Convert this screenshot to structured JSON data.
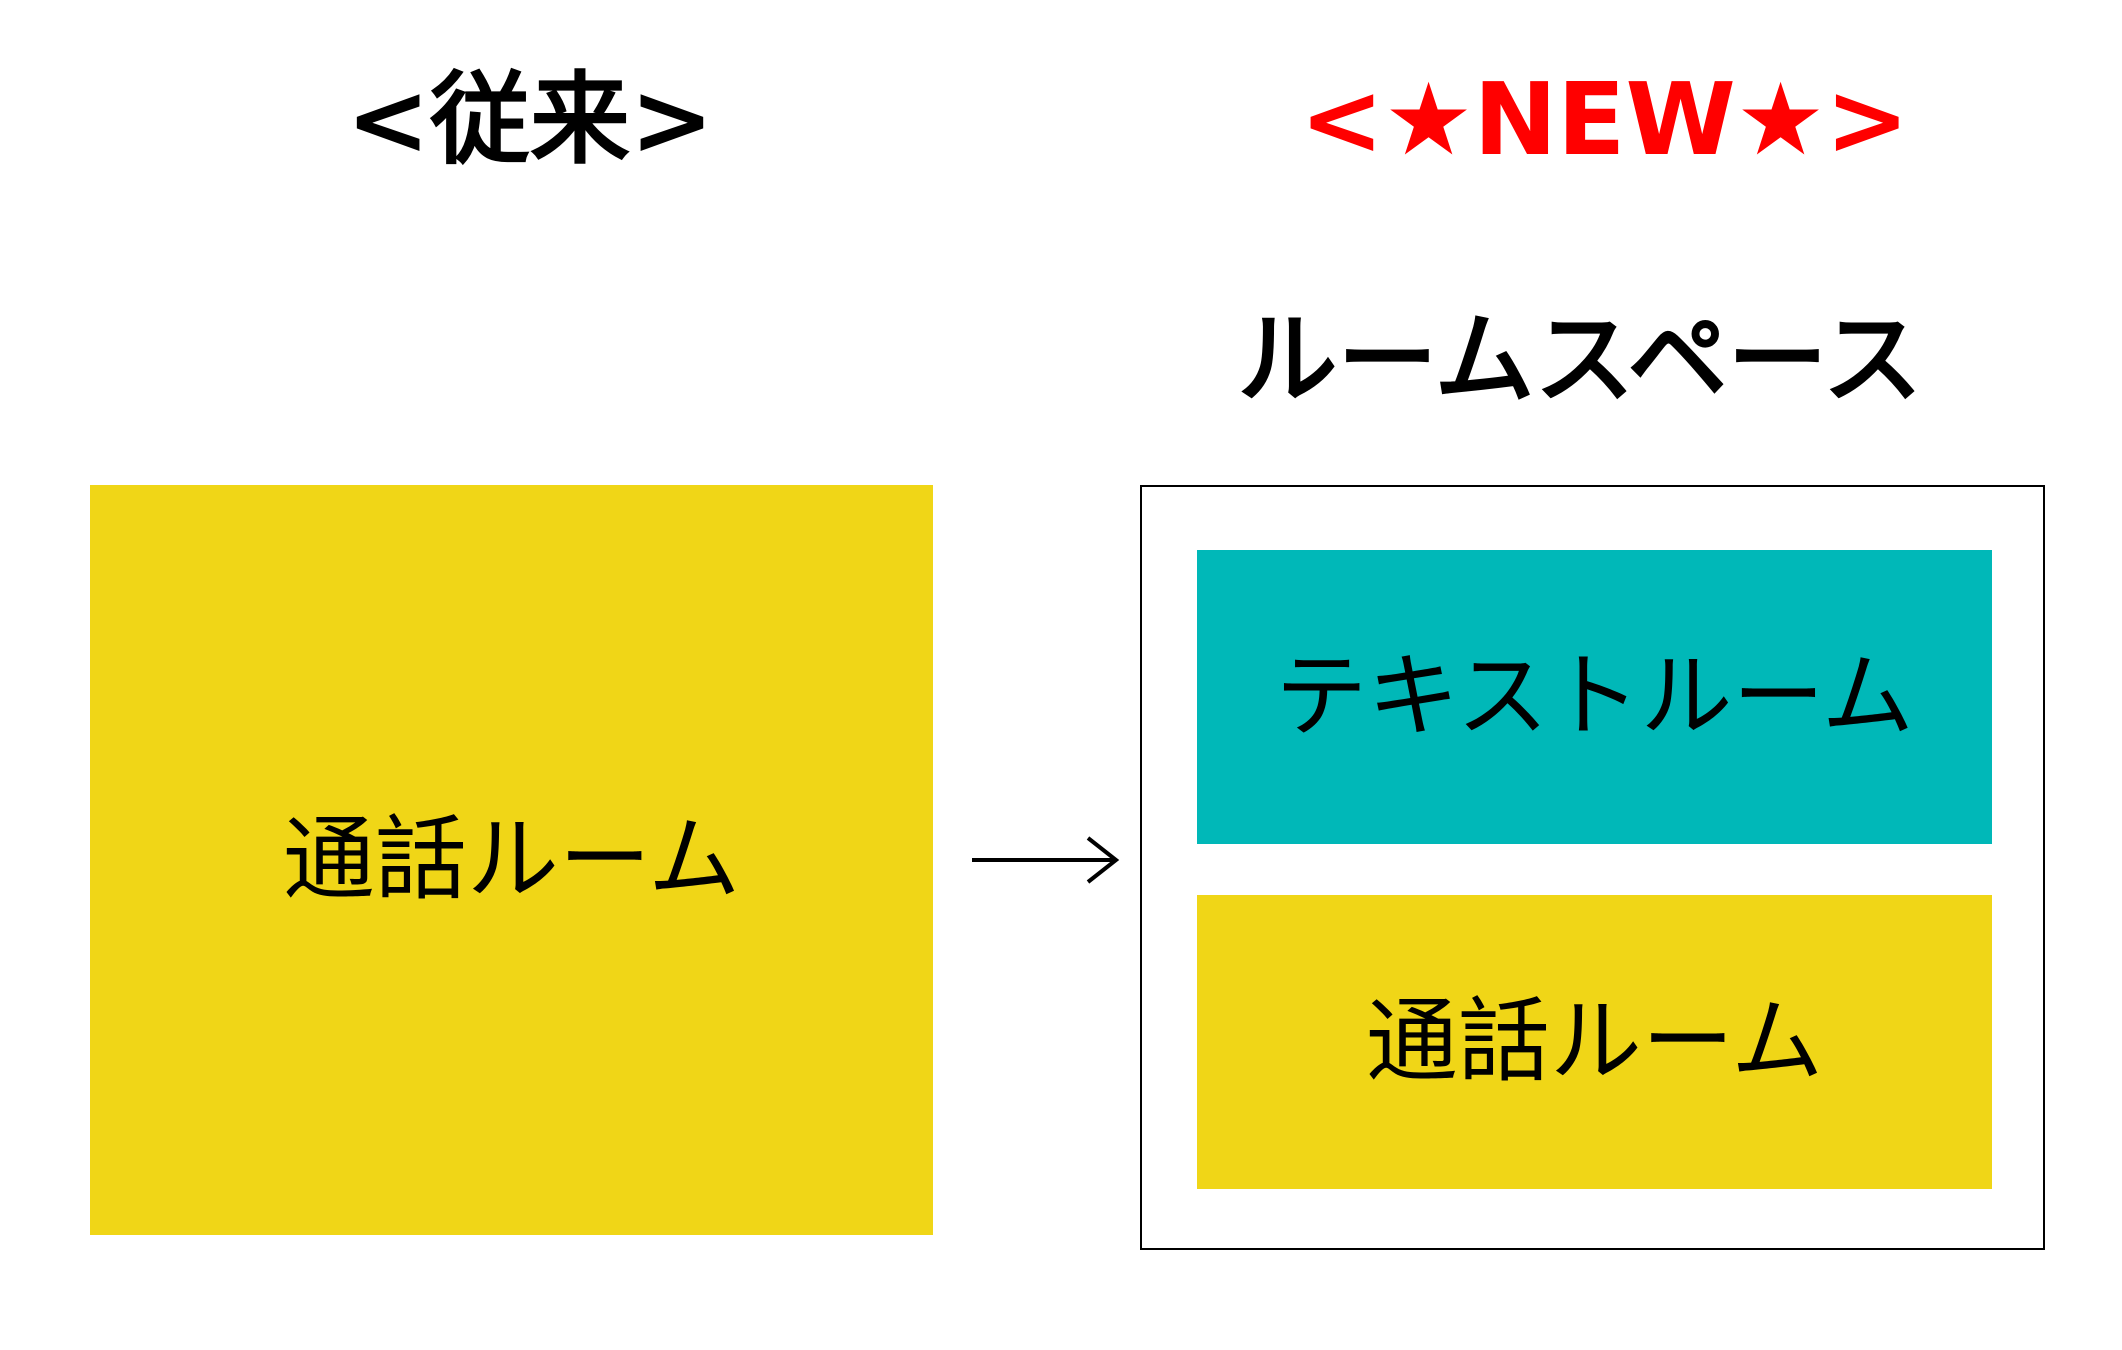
{
  "legacy": {
    "heading": "<従来>",
    "room_label": "通話ルーム"
  },
  "new": {
    "heading": "<★NEW★>",
    "space_title": "ルームスペース",
    "text_room_label": "テキストルーム",
    "call_room_label": "通話ルーム"
  },
  "colors": {
    "call_room": "#F0D617",
    "text_room": "#00B8B8",
    "new_heading": "#FF0000",
    "text": "#000000"
  }
}
